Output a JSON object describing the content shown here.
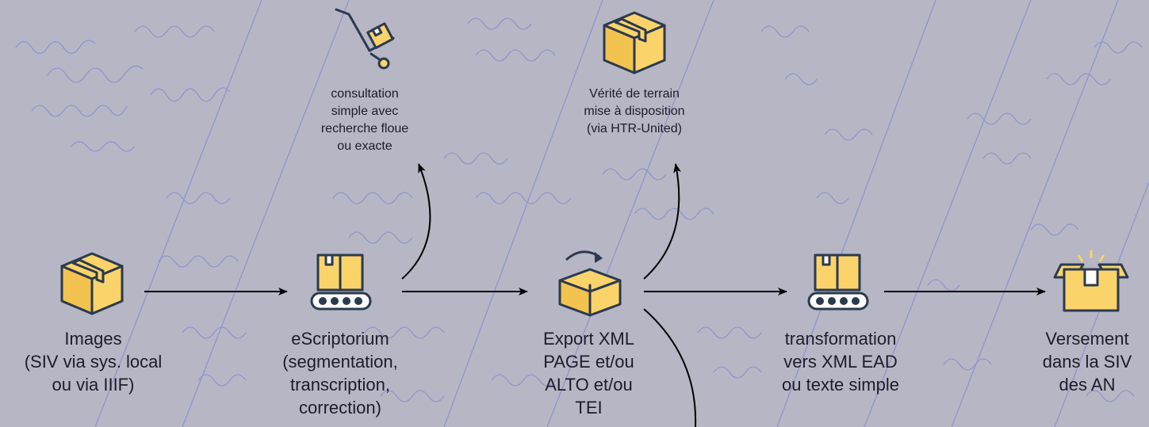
{
  "nodes": {
    "images": {
      "label": "Images\n(SIV via sys. local\nou via IIIF)",
      "icon": "package-box-icon"
    },
    "escriptorium": {
      "label": "eScriptorium\n(segmentation,\ntranscription,\ncorrection)",
      "icon": "conveyor-belt-icon"
    },
    "export": {
      "label": "Export XML\nPAGE et/ou\nALTO et/ou\nTEI",
      "icon": "open-box-export-icon"
    },
    "transformation": {
      "label": "transformation\nvers XML EAD\nou texte simple",
      "icon": "conveyor-belt-icon"
    },
    "versement": {
      "label": "Versement\ndans la SIV\ndes AN",
      "icon": "open-box-delivered-icon"
    },
    "consultation": {
      "label": "consultation\nsimple avec\nrecherche floue\nou exacte",
      "icon": "hand-truck-icon"
    },
    "verite": {
      "label": "Vérité de terrain\nmise à disposition\n(via HTR-United)",
      "icon": "package-box-icon"
    }
  },
  "colors": {
    "background": "#b6b6c5",
    "icon_fill": "#fbd36b",
    "icon_stroke": "#2b3a4f",
    "arrow": "#000000",
    "text": "#1d1d2a",
    "handwriting_ink": "#6f7dcf"
  }
}
